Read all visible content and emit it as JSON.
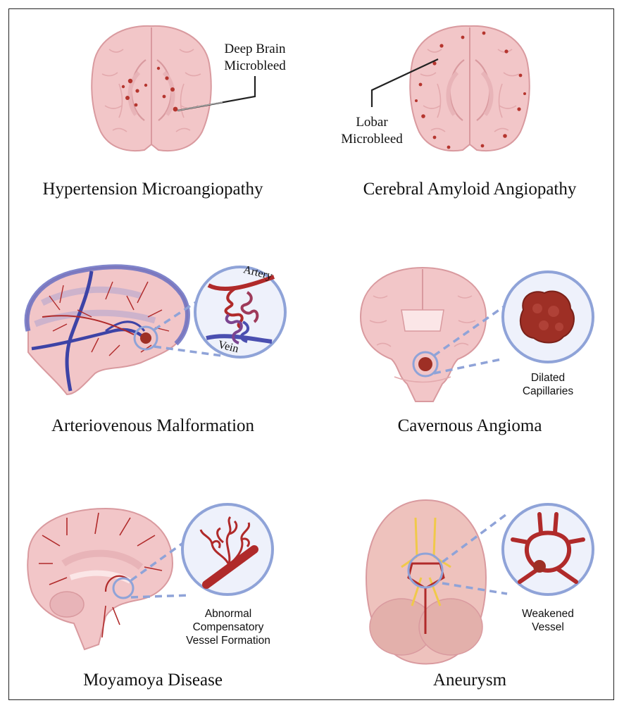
{
  "panels": [
    {
      "title": "Hypertension Microangiopathy",
      "label_lines": [
        "Deep Brain",
        "Microbleed"
      ]
    },
    {
      "title": "Cerebral Amyloid Angiopathy",
      "label_lines": [
        "Lobar",
        "Microbleed"
      ]
    },
    {
      "title": "Arteriovenous Malformation",
      "inset_labels": [
        "Artery",
        "Vein"
      ]
    },
    {
      "title": "Cavernous Angioma",
      "label_lines": [
        "Dilated",
        "Capillaries"
      ]
    },
    {
      "title": "Moyamoya Disease",
      "label_lines": [
        "Abnormal",
        "Compensatory",
        "Vessel Formation"
      ]
    },
    {
      "title": "Aneurysm",
      "label_lines": [
        "Weakened",
        "Vessel"
      ]
    }
  ],
  "colors": {
    "brain_fill": "#f2c6c8",
    "brain_outline": "#d99a9f",
    "bleed": "#b5352e",
    "artery": "#b02a2a",
    "vein": "#4a4fb0",
    "inset_ring": "#8fa3d8",
    "inset_fill": "#eef1fb",
    "cavernoma": "#9e2f25",
    "nerve": "#f0c94a"
  },
  "icons": [
    "axial-brain-icon",
    "sagittal-brain-icon",
    "coronal-brain-icon",
    "basal-brain-icon",
    "magnify-inset-icon"
  ]
}
